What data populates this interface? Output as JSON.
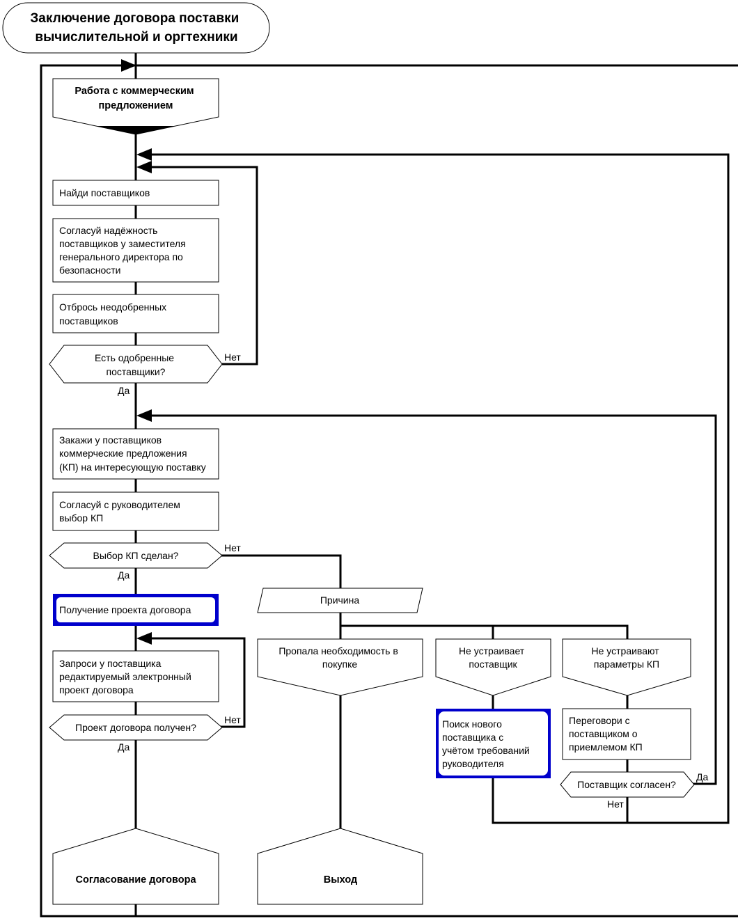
{
  "title": [
    "Заключение договора поставки",
    "вычислительной и оргтехники"
  ],
  "start_block": [
    "Работа с коммерческим",
    "предложением"
  ],
  "steps": {
    "find": [
      "Найди поставщиков"
    ],
    "agree_reliability": [
      "Согласуй надёжность",
      "поставщиков у заместителя",
      "генерального директора по",
      "безопасности"
    ],
    "discard": [
      "Отбрось неодобренных",
      "поставщиков"
    ],
    "order_kp": [
      "Закажи у поставщиков",
      "коммерческие предложения",
      "(КП) на интересующую поставку"
    ],
    "agree_kp": [
      "Согласуй с руководителем",
      "выбор КП"
    ],
    "request_draft": [
      "Запроси у поставщика",
      "редактируемый электронный",
      "проект договора"
    ],
    "negotiate": [
      "Переговори с",
      "поставщиком о",
      "приемлемом КП"
    ]
  },
  "decisions": {
    "approved": [
      "Есть одобренные",
      "поставщики?"
    ],
    "kp_chosen": [
      "Выбор КП сделан?"
    ],
    "draft_received": [
      "Проект договора получен?"
    ],
    "supplier_agrees": [
      "Поставщик согласен?"
    ]
  },
  "subprocesses": {
    "get_draft": [
      "Получение проекта договора"
    ],
    "new_supplier": [
      "Поиск нового",
      "поставщика с",
      "учётом требований",
      "руководителя"
    ]
  },
  "reason": {
    "label": [
      "Причина"
    ],
    "options": {
      "no_need": [
        "Пропала необходимость в",
        "покупке"
      ],
      "bad_supplier": [
        "Не устраивает",
        "поставщик"
      ],
      "bad_params": [
        "Не устраивают",
        "параметры КП"
      ]
    }
  },
  "ends": {
    "approval": [
      "Согласование договора"
    ],
    "exit": [
      "Выход"
    ]
  },
  "branch_labels": {
    "yes": "Да",
    "no": "Нет"
  }
}
